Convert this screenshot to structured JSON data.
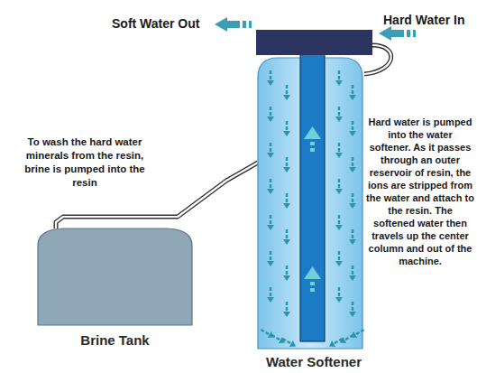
{
  "diagram": {
    "nodes": [
      {
        "text": [
          "Brine Tank"
        ]
      },
      {
        "text": [
          "Water Softener"
        ]
      }
    ],
    "edges": [
      {
        "from": 0,
        "to": 1,
        "arrow": "none"
      }
    ],
    "labels": [
      "Soft Water Out",
      "Hard Water In",
      "To wash the hard water minerals from the resin, brine is pumped into the resin",
      "Hard water is pumped into the water softener. As it passes through an outer reservoir of resin, the ions are stripped from the water and attach to the resin. The softened water then travels up the center column and out of the machine."
    ]
  }
}
